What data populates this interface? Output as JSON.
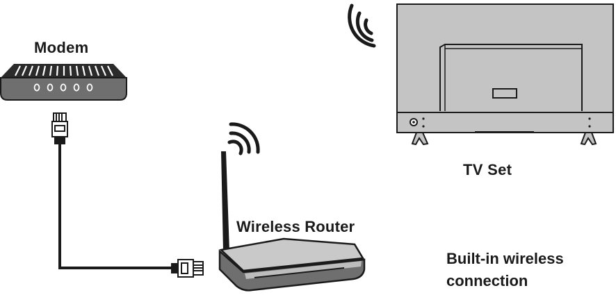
{
  "labels": {
    "modem": "Modem",
    "router": "Wireless Router",
    "tv": "TV Set",
    "caption_line1": "Built-in wireless",
    "caption_line2": "connection"
  },
  "colors": {
    "ink": "#1a1a1a",
    "device_fill": "#6f6f6f",
    "device_light": "#b9b9b9",
    "tv_fill": "#c4c4c4"
  },
  "icons": [
    "modem-icon",
    "router-icon",
    "tv-icon",
    "wifi-signal-icon",
    "ethernet-plug-icon"
  ]
}
